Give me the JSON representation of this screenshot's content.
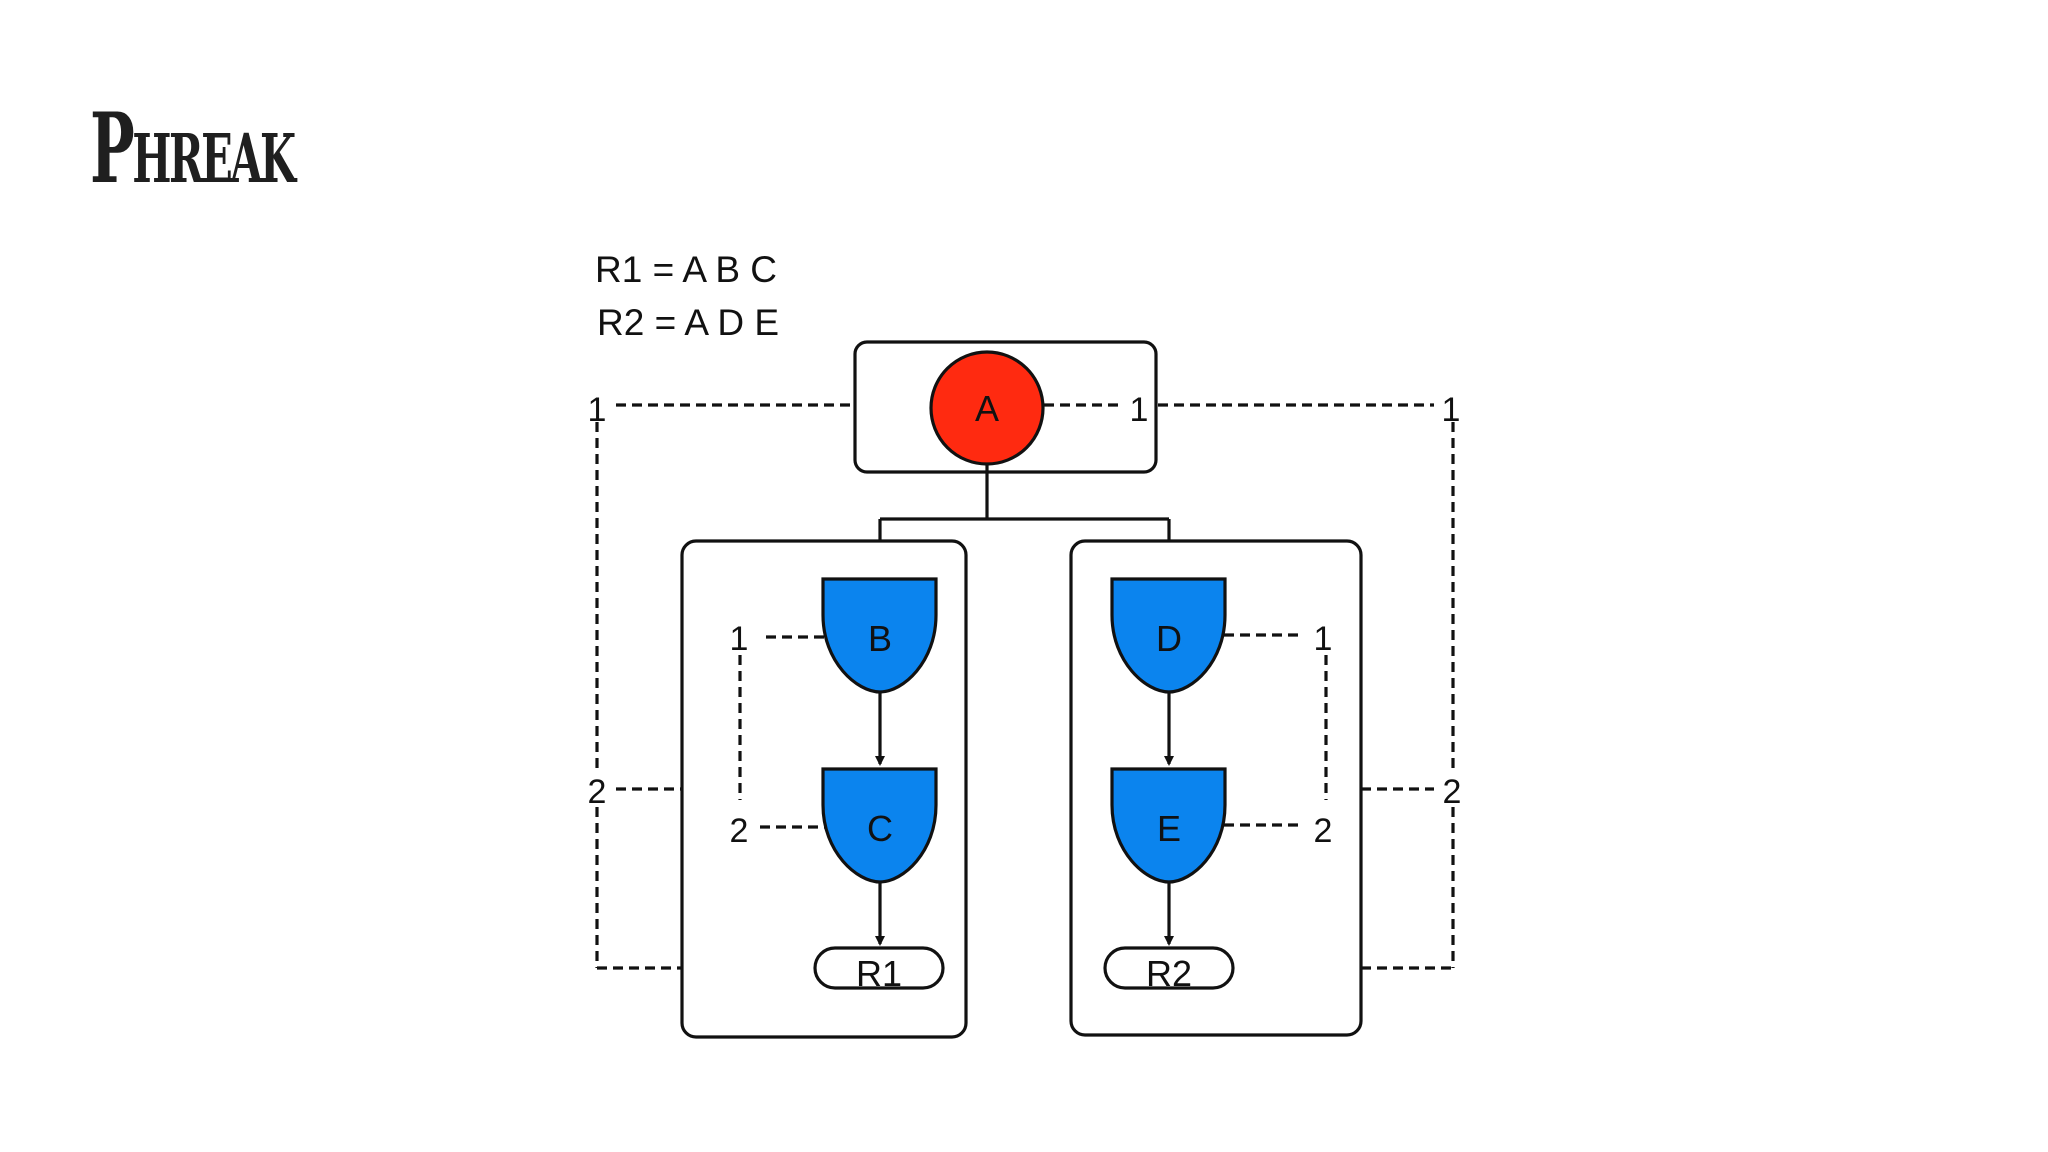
{
  "title": "Phreak",
  "rules": [
    "R1 = A B C",
    "R2 = A D E"
  ],
  "nodes": {
    "a": "A",
    "b": "B",
    "c": "C",
    "d": "D",
    "e": "E",
    "r1": "R1",
    "r2": "R2"
  },
  "edge_labels": {
    "one": "1",
    "two": "2"
  },
  "colors": {
    "alpha_node": "#ff2a10",
    "beta_node": "#0b84ee",
    "line": "#111111"
  }
}
